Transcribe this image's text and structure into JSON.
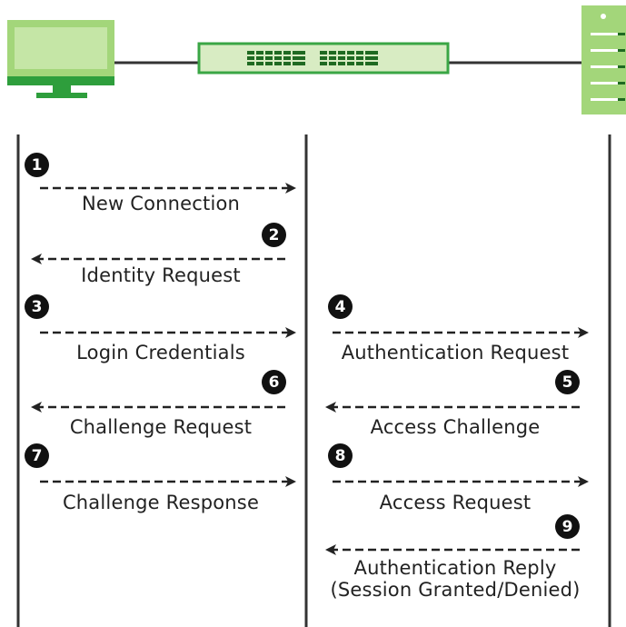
{
  "devices": {
    "client": "computer-icon",
    "switch": "switch-icon",
    "server": "server-icon"
  },
  "colors": {
    "green_dark": "#2e9e3c",
    "green_light": "#a3d67a",
    "green_fill": "#d8ecc3",
    "line": "#333333",
    "badge": "#111111"
  },
  "steps": [
    {
      "num": "1",
      "label": "New Connection"
    },
    {
      "num": "2",
      "label": "Identity Request"
    },
    {
      "num": "3",
      "label": "Login Credentials"
    },
    {
      "num": "4",
      "label": "Authentication  Request"
    },
    {
      "num": "5",
      "label": "Access Challenge"
    },
    {
      "num": "6",
      "label": "Challenge Request"
    },
    {
      "num": "7",
      "label": "Challenge Response"
    },
    {
      "num": "8",
      "label": "Access Request"
    },
    {
      "num": "9",
      "label": "Authentication Reply",
      "label2": "(Session Granted/Denied)"
    }
  ]
}
